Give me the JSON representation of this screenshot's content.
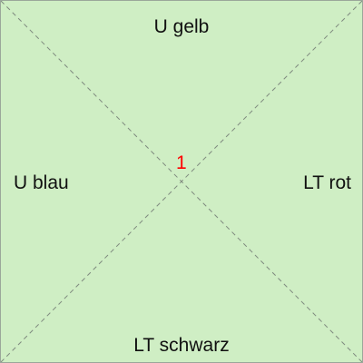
{
  "tile": {
    "center_number": "1",
    "labels": {
      "top": "U gelb",
      "left": "U blau",
      "right": "LT rot",
      "bottom": "LT schwarz"
    }
  },
  "colors": {
    "background": "#cfeec4",
    "border": "#9aa79a",
    "diagonal_line": "#7f8a7f",
    "label_text": "#111111",
    "center_number": "#ff0000"
  }
}
